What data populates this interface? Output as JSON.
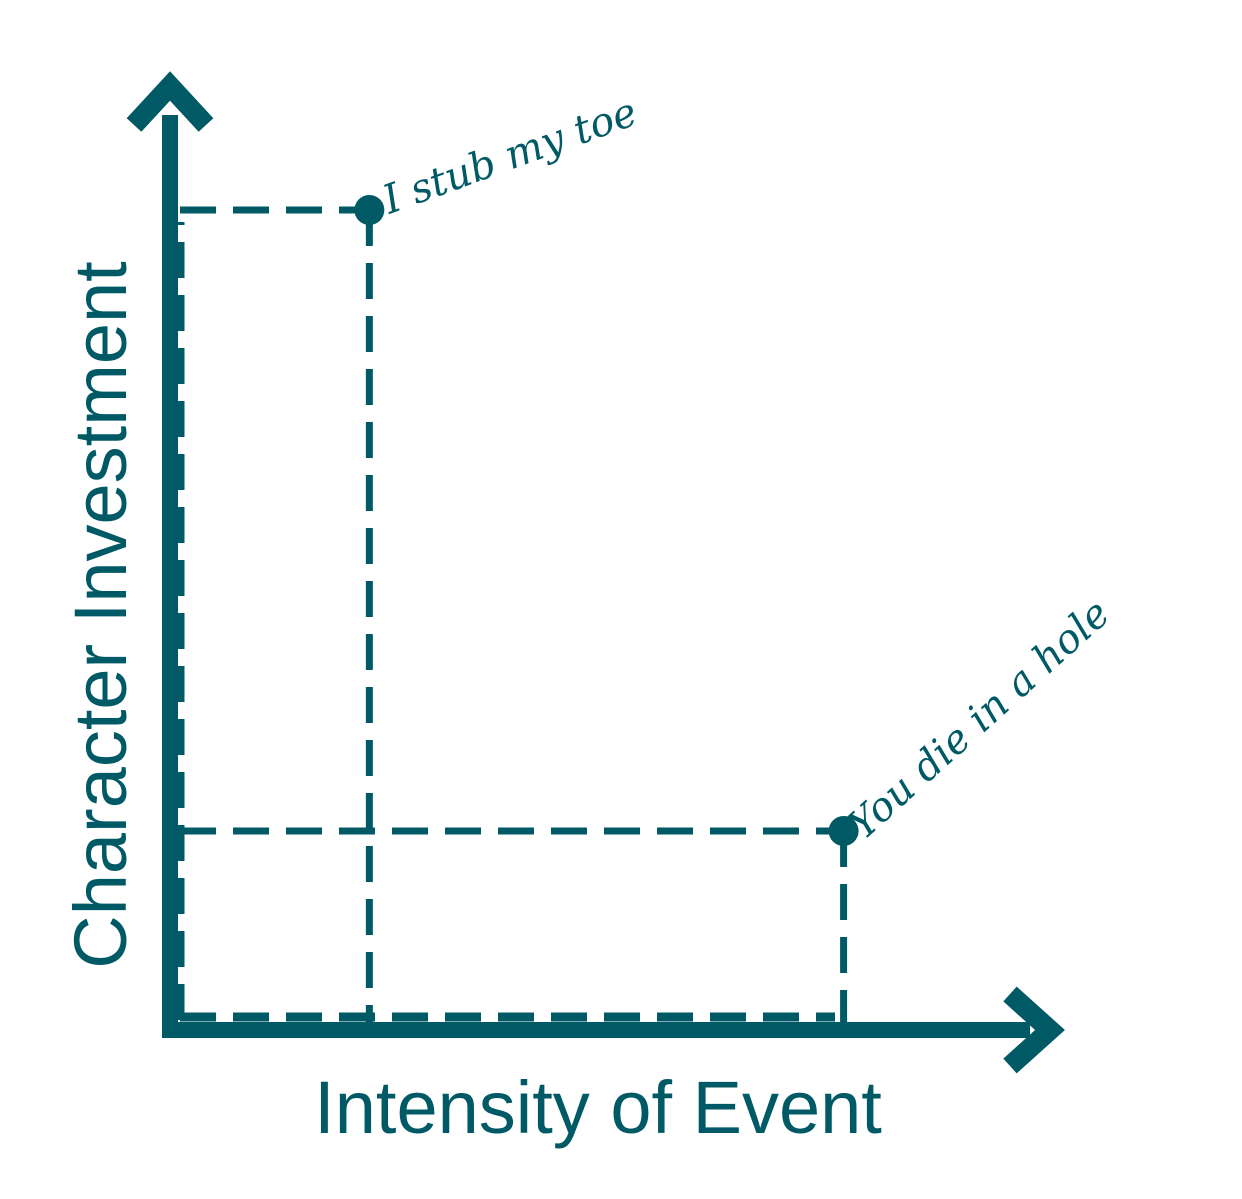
{
  "colors": {
    "primary": "#005a66",
    "background": "#ffffff"
  },
  "chart_data": {
    "type": "scatter",
    "title": "",
    "xlabel": "Intensity of Event",
    "ylabel": "Character Investment",
    "xlim": [
      0,
      100
    ],
    "ylim": [
      0,
      100
    ],
    "grid": false,
    "ticks": false,
    "guide_lines": "dashed lines from each point to both axes",
    "points": [
      {
        "label": "I stub my toe",
        "x": 23,
        "y": 90
      },
      {
        "label": "You die in a hole",
        "x": 80,
        "y": 21
      }
    ]
  }
}
